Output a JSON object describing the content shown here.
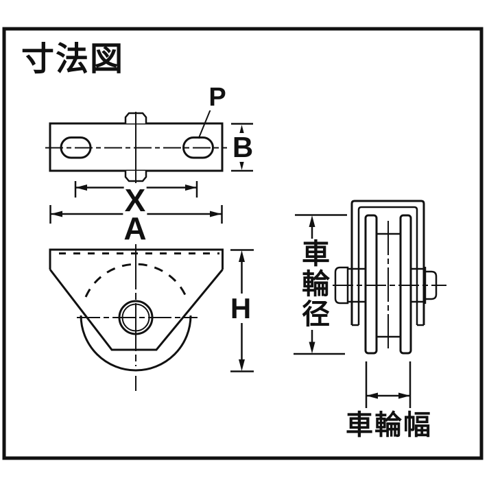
{
  "title": "寸法図",
  "colors": {
    "line": "#111111",
    "background": "#ffffff"
  },
  "views": {
    "top": {
      "pin_label": "P",
      "plate_depth_label": "B",
      "hole_pitch_label": "X",
      "plate_width_label": "A"
    },
    "front": {
      "height_label": "H"
    },
    "side": {
      "wheel_diameter_label": "車輪径",
      "wheel_width_label": "車輪幅"
    }
  }
}
